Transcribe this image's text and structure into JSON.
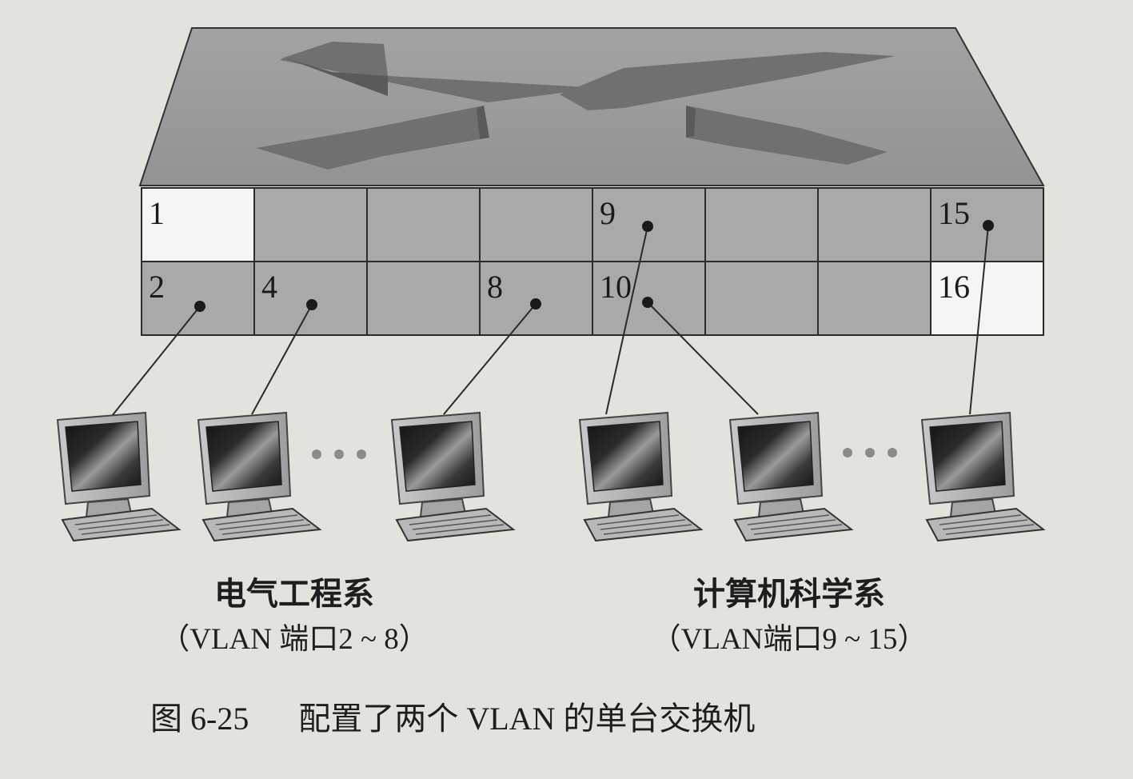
{
  "ports": [
    {
      "label": "1",
      "row": 0,
      "col": 0,
      "shade": "light"
    },
    {
      "label": "",
      "row": 0,
      "col": 1,
      "shade": "dark"
    },
    {
      "label": "",
      "row": 0,
      "col": 2,
      "shade": "dark"
    },
    {
      "label": "",
      "row": 0,
      "col": 3,
      "shade": "dark"
    },
    {
      "label": "9",
      "row": 0,
      "col": 4,
      "shade": "dark"
    },
    {
      "label": "",
      "row": 0,
      "col": 5,
      "shade": "dark"
    },
    {
      "label": "",
      "row": 0,
      "col": 6,
      "shade": "dark"
    },
    {
      "label": "15",
      "row": 0,
      "col": 7,
      "shade": "dark"
    },
    {
      "label": "2",
      "row": 1,
      "col": 0,
      "shade": "dark"
    },
    {
      "label": "4",
      "row": 1,
      "col": 1,
      "shade": "dark"
    },
    {
      "label": "",
      "row": 1,
      "col": 2,
      "shade": "dark"
    },
    {
      "label": "8",
      "row": 1,
      "col": 3,
      "shade": "dark"
    },
    {
      "label": "10",
      "row": 1,
      "col": 4,
      "shade": "dark"
    },
    {
      "label": "",
      "row": 1,
      "col": 5,
      "shade": "dark"
    },
    {
      "label": "",
      "row": 1,
      "col": 6,
      "shade": "dark"
    },
    {
      "label": "16",
      "row": 1,
      "col": 7,
      "shade": "light"
    }
  ],
  "groups": [
    {
      "name": "电气工程系",
      "range": "（VLAN 端口2 ~ 8）"
    },
    {
      "name": "计算机科学系",
      "range": "（VLAN端口9 ~ 15）"
    }
  ],
  "caption": {
    "number": "图 6-25",
    "title": "配置了两个 VLAN 的单台交换机"
  },
  "colors": {
    "background": "#e4e2dd",
    "switch_body": "#a9a9a9",
    "switch_top": "#9b9b9b",
    "port_light": "#f5f5f3",
    "arrow": "#6e6e6e"
  }
}
